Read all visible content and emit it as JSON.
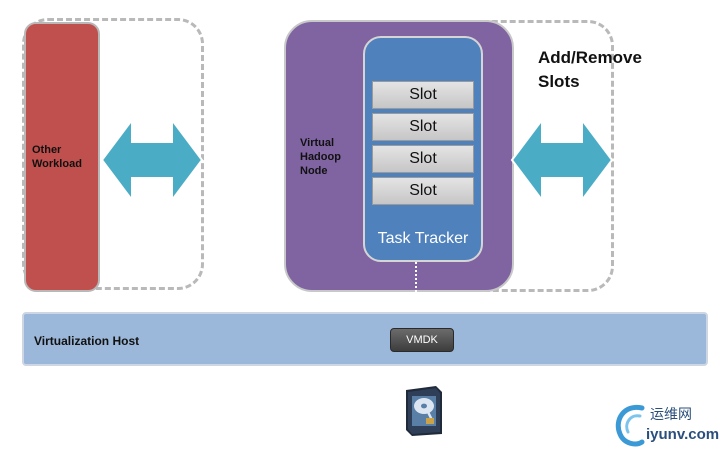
{
  "other_workload": {
    "label": "Other Workload"
  },
  "virtual_node": {
    "label": "Virtual Hadoop Node"
  },
  "task_tracker": {
    "label": "Task Tracker",
    "slots": [
      "Slot",
      "Slot",
      "Slot",
      "Slot"
    ]
  },
  "add_remove": {
    "label": "Add/Remove Slots"
  },
  "host": {
    "label": "Virtualization Host",
    "vmdk_label": "VMDK"
  },
  "watermark": {
    "cn": "运维网",
    "en": "iyunv.com"
  },
  "colors": {
    "other_workload": "#c0504d",
    "virtual_node": "#8064a2",
    "task_tracker": "#4f81bd",
    "arrow": "#4bacc6",
    "host": "#9bb7d9"
  },
  "icons": [
    "double-arrow-icon",
    "disk-icon",
    "watermark-logo-icon"
  ]
}
